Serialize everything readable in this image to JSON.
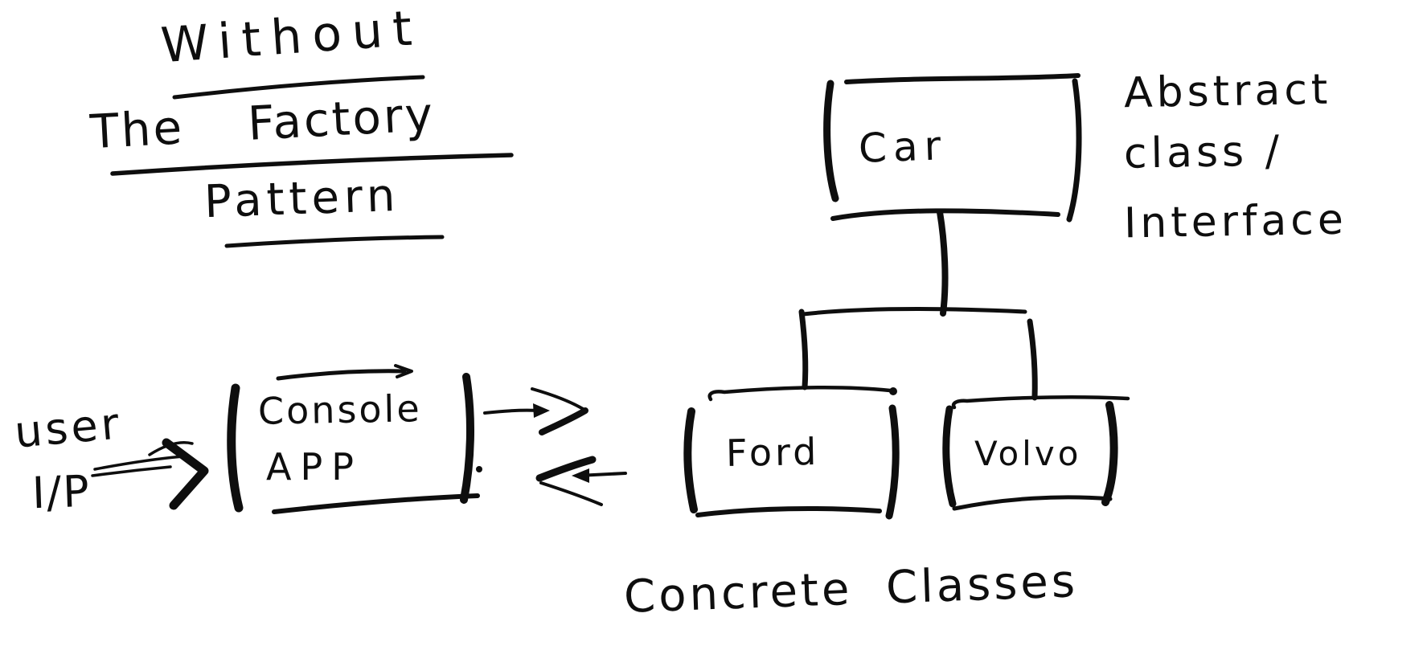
{
  "colors": {
    "ink": "#0e0e0e",
    "background": "#ffffff"
  },
  "title": {
    "line1": "Without",
    "line2": "The Factory",
    "line3": "Pattern"
  },
  "user_input": {
    "line1": "user",
    "line2": "I/P"
  },
  "console_box": {
    "line1": "Console",
    "line2": "APP"
  },
  "abstract_box": {
    "label": "Car"
  },
  "abstract_annotation": {
    "line1": "Abstract",
    "line2": "class /",
    "line3": "Interface"
  },
  "concrete_boxes": [
    {
      "label": "Ford"
    },
    {
      "label": "Volvo"
    }
  ],
  "concrete_caption": "Concrete Classes",
  "arrows": {
    "user_to_console": "double-arrow-right",
    "console_to_concrete": "arrow-right",
    "concrete_to_console": "arrow-left",
    "car_to_children": "tree-branch"
  }
}
